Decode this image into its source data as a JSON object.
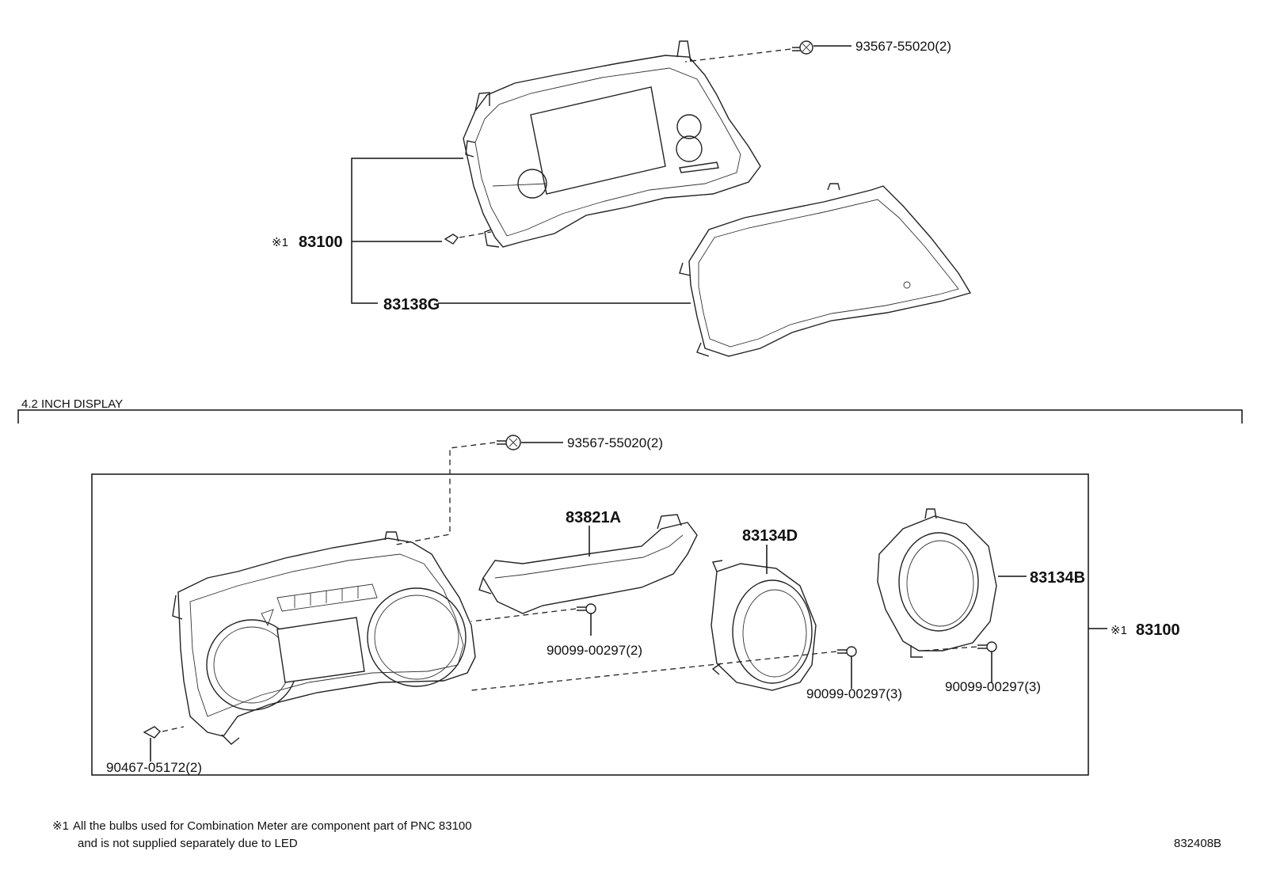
{
  "labels": {
    "screw_top": "93567-55020(2)",
    "meter_top": "83100",
    "meter_top_mark": "※1",
    "cover_glass": "83138G",
    "section_title": "4.2 INCH DISPLAY",
    "screw_mid": "93567-55020(2)",
    "panel_83821a": "83821A",
    "ring_83134d": "83134D",
    "ring_83134b": "83134B",
    "meter_side": "83100",
    "meter_side_mark": "※1",
    "screw_panel": "90099-00297(2)",
    "screw_ring_d": "90099-00297(3)",
    "screw_ring_b": "90099-00297(3)",
    "clip_bottom": "90467-05172(2)"
  },
  "notes": {
    "mark": "※1",
    "line1": "All the bulbs used for Combination Meter are component part of PNC 83100",
    "line2": "and is not supplied separately due to LED"
  },
  "diagram_code": "832408B"
}
